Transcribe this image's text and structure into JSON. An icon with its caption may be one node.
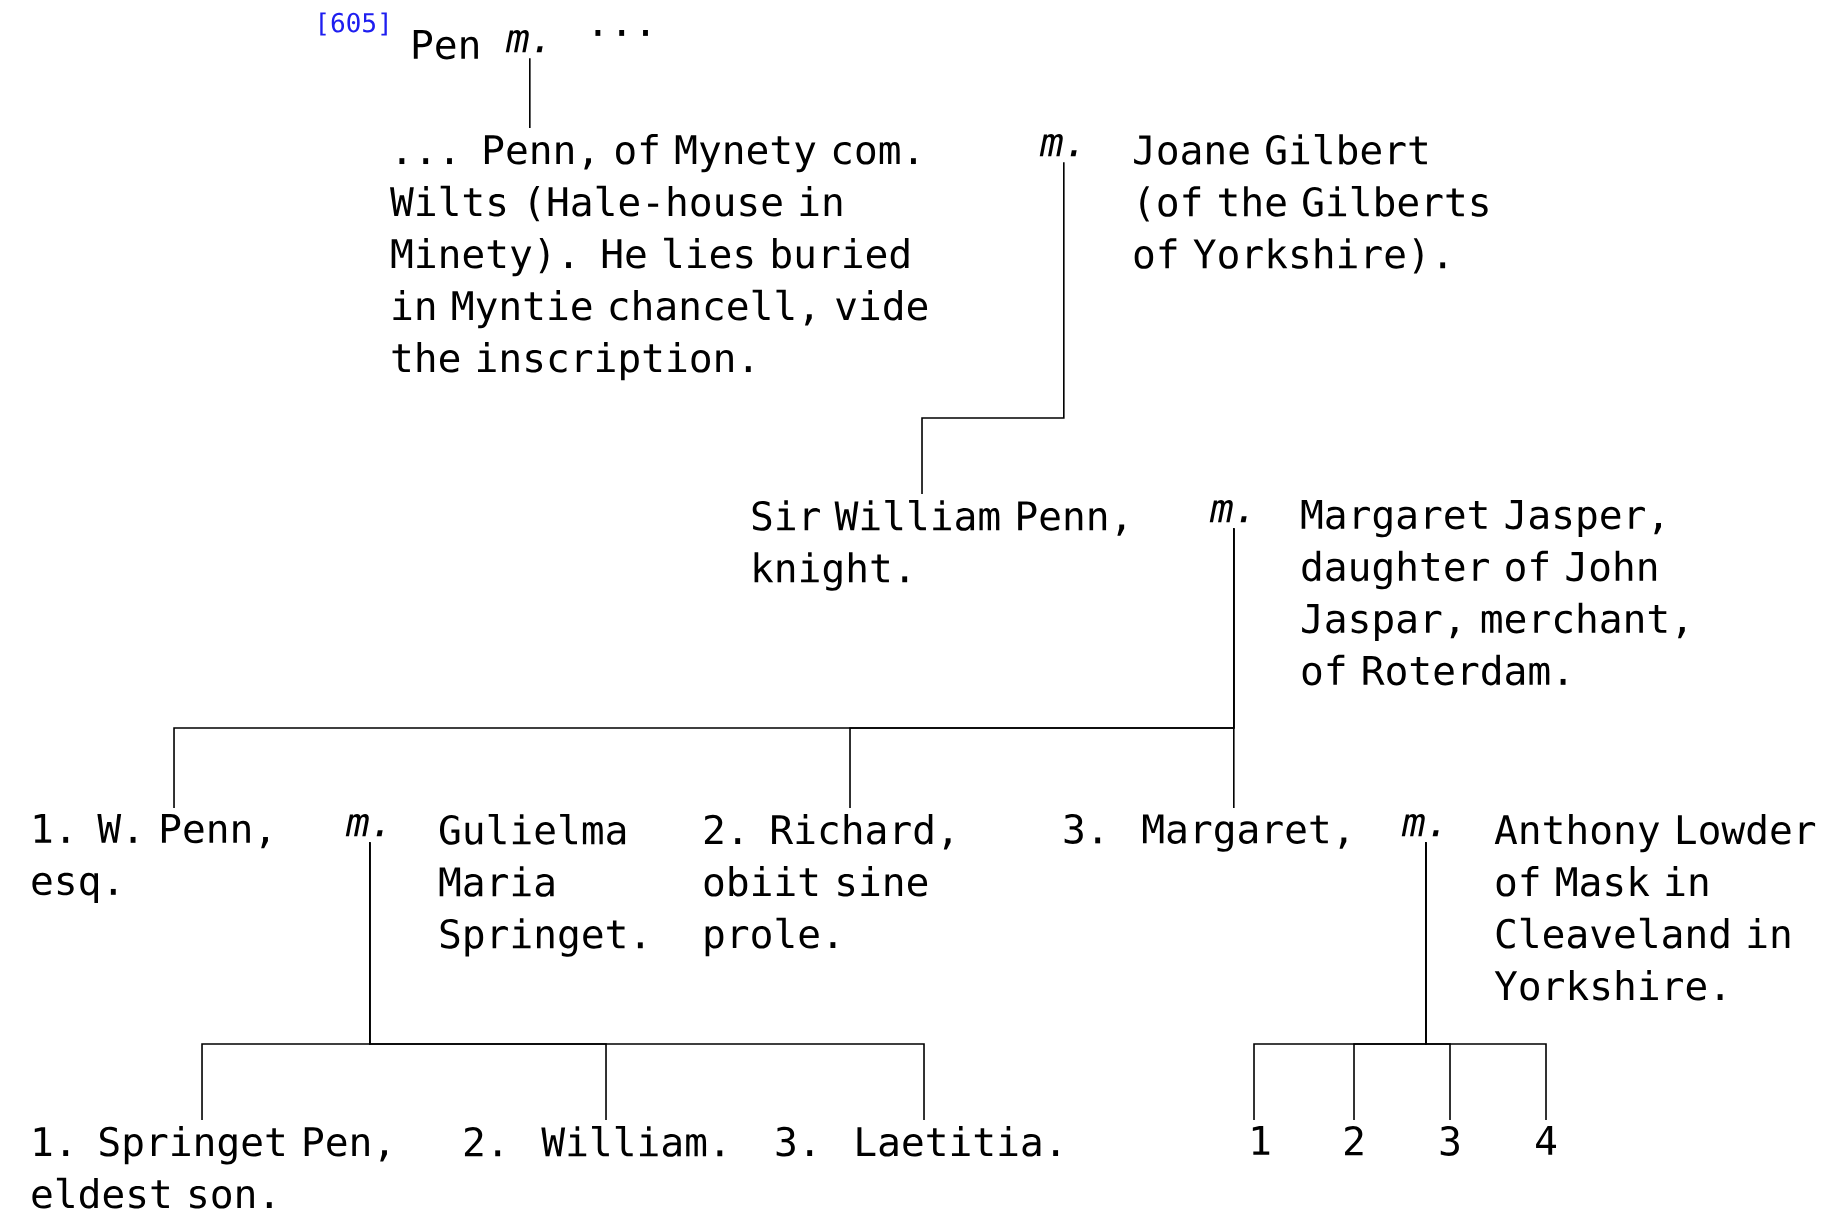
{
  "diagram": {
    "nodes": [
      {
        "text": [
          "Pen"
        ]
      },
      {
        "text": [
          "m."
        ]
      },
      {
        "text": [
          "..."
        ]
      },
      {
        "text": [
          "... Penn, of Mynety com. Wilts (Hale-house in Minety). He lies buried in Myntie chancell, vide the inscription."
        ]
      },
      {
        "text": [
          "m."
        ]
      },
      {
        "text": [
          "Joane Gilbert (of the Gilberts of Yorkshire)."
        ]
      },
      {
        "text": [
          "Sir William Penn, knight."
        ]
      },
      {
        "text": [
          "m."
        ]
      },
      {
        "text": [
          "Margaret Jasper, daughter of John Jaspar, merchant, of Roterdam."
        ]
      },
      {
        "text": [
          "1. W. Penn, esq."
        ]
      },
      {
        "text": [
          "m."
        ]
      },
      {
        "text": [
          "Gulielma Maria Springet."
        ]
      },
      {
        "text": [
          "2. Richard, obiit sine prole."
        ]
      },
      {
        "text": [
          "3. Margaret,"
        ]
      },
      {
        "text": [
          "m."
        ]
      },
      {
        "text": [
          "Anthony Lowder of Mask in Cleaveland in Yorkshire."
        ]
      },
      {
        "text": [
          "1. Springet Pen, eldest son."
        ]
      },
      {
        "text": [
          "2. William."
        ]
      },
      {
        "text": [
          "3. Laetitia."
        ]
      },
      {
        "text": [
          "1"
        ]
      },
      {
        "text": [
          "2"
        ]
      },
      {
        "text": [
          "3"
        ]
      },
      {
        "text": [
          "4"
        ]
      }
    ],
    "edges": [
      {
        "from": 1,
        "to": 3,
        "arrow": "none"
      },
      {
        "from": 4,
        "to": 6,
        "arrow": "none"
      },
      {
        "from": 7,
        "to": 9,
        "arrow": "none"
      },
      {
        "from": 7,
        "to": 12,
        "arrow": "none"
      },
      {
        "from": 7,
        "to": 13,
        "arrow": "none"
      },
      {
        "from": 10,
        "to": 16,
        "arrow": "none"
      },
      {
        "from": 10,
        "to": 17,
        "arrow": "none"
      },
      {
        "from": 10,
        "to": 18,
        "arrow": "none"
      },
      {
        "from": 14,
        "to": 19,
        "arrow": "none"
      },
      {
        "from": 14,
        "to": 20,
        "arrow": "none"
      },
      {
        "from": 14,
        "to": 21,
        "arrow": "none"
      },
      {
        "from": 14,
        "to": 22,
        "arrow": "none"
      }
    ],
    "labels": [
      "[605]"
    ]
  }
}
